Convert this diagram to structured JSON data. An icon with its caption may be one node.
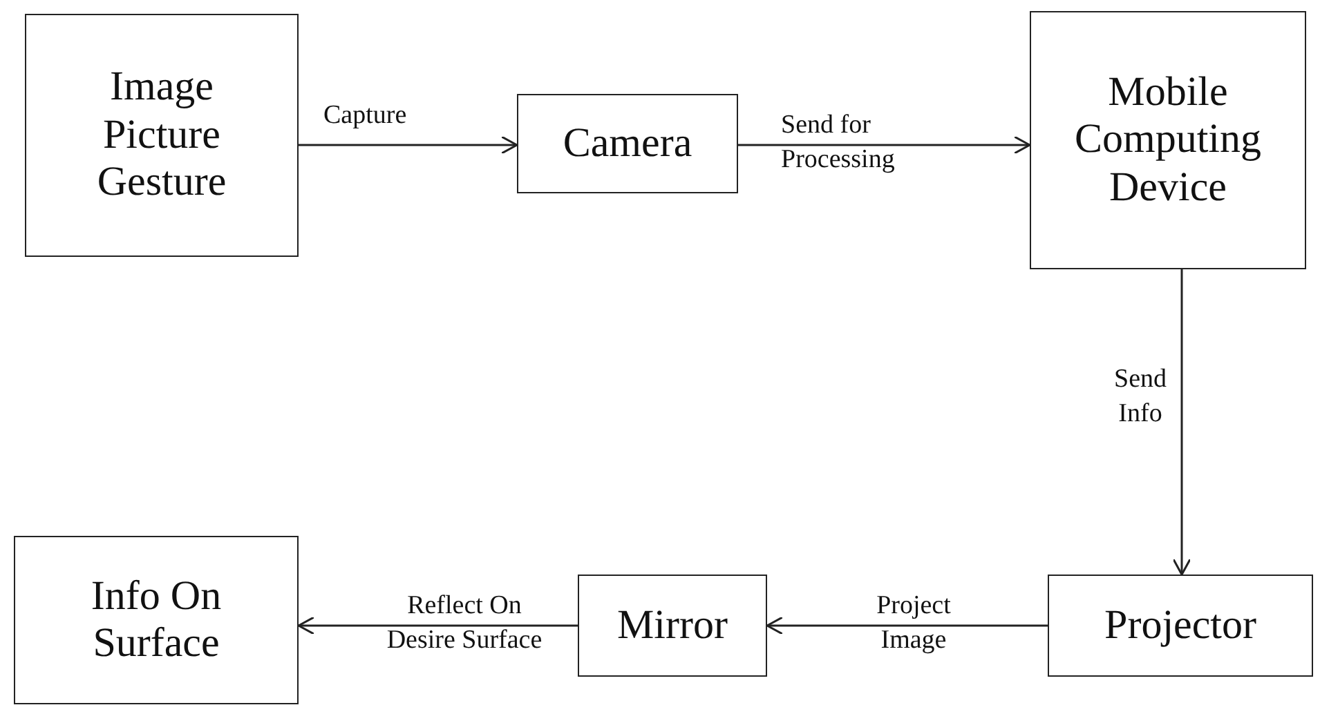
{
  "diagram": {
    "nodes": [
      {
        "text": [
          "Image Picture Gesture"
        ]
      },
      {
        "text": [
          "Camera"
        ]
      },
      {
        "text": [
          "Mobile Computing Device"
        ]
      },
      {
        "text": [
          "Projector"
        ]
      },
      {
        "text": [
          "Mirror"
        ]
      },
      {
        "text": [
          "Info On Surface"
        ]
      }
    ],
    "edges": [
      {
        "from": 0,
        "to": 1,
        "arrow": "to",
        "label": "Capture"
      },
      {
        "from": 1,
        "to": 2,
        "arrow": "to",
        "label": "Send for Processing"
      },
      {
        "from": 2,
        "to": 3,
        "arrow": "to",
        "label": "Send Info"
      },
      {
        "from": 3,
        "to": 4,
        "arrow": "to",
        "label": "Project Image"
      },
      {
        "from": 4,
        "to": 5,
        "arrow": "to",
        "label": "Reflect On Desire Surface"
      }
    ]
  }
}
